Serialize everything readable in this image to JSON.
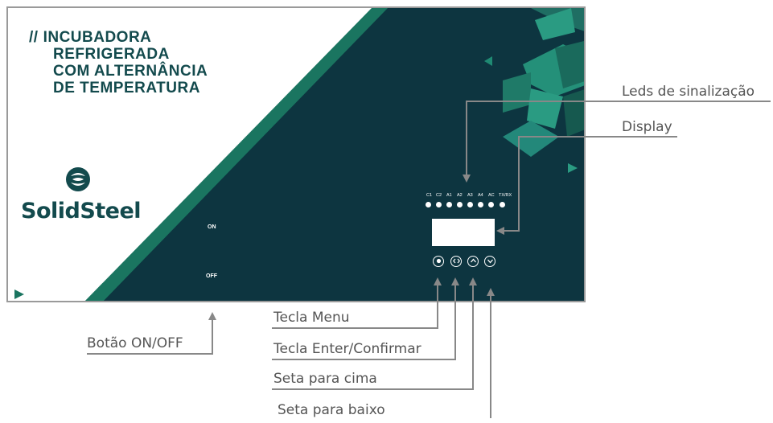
{
  "panel": {
    "title_prefix": "//",
    "title_lines": [
      "INCUBADORA",
      "REFRIGERADA",
      "COM ALTERNÂNCIA",
      "DE TEMPERATURA"
    ],
    "brand": "SolidSteel",
    "switch_on": "ON",
    "switch_off": "OFF",
    "led_labels": [
      "C1",
      "C2",
      "A1",
      "A2",
      "A3",
      "A4",
      "AC",
      "TX/RX"
    ]
  },
  "callouts": {
    "leds": "Leds de sinalização",
    "display": "Display",
    "power": "Botão ON/OFF",
    "menu": "Tecla Menu",
    "enter": "Tecla Enter/Confirmar",
    "up": "Seta para cima",
    "down": "Seta para baixo"
  },
  "colors": {
    "panel_dark": "#0d3540",
    "panel_teal": "#1f8a73",
    "brand_text": "#134a4d",
    "callout_line": "#888888"
  }
}
